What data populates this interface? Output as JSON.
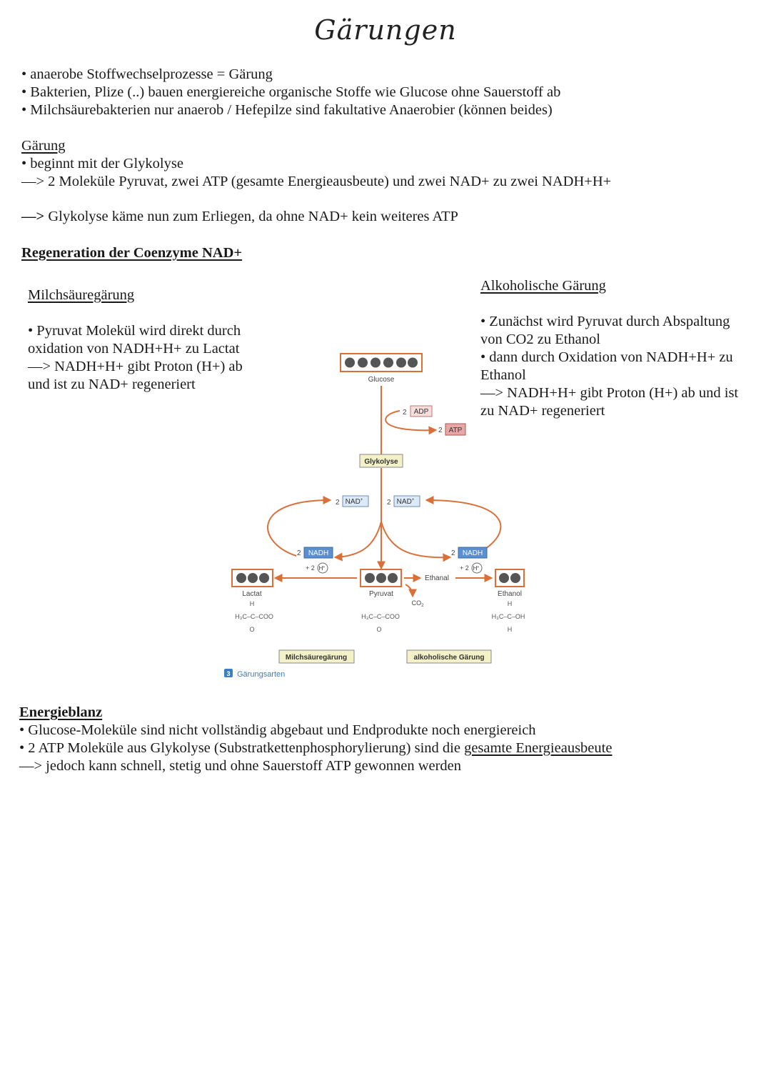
{
  "title": "Gärungen",
  "intro": [
    "• anaerobe Stoffwechselprozesse = Gärung",
    "• Bakterien, Plize (..) bauen energiereiche organische Stoffe wie Glucose ohne Sauerstoff ab",
    "• Milchsäurebakterien nur anaerob / Hefepilze sind fakultative Anaerobier (können beides)"
  ],
  "garung": {
    "heading": "Gärung",
    "line1": "• beginnt mit der Glykolyse",
    "line2": "—> 2 Moleküle Pyruvat, zwei ATP (gesamte Energieausbeute) und zwei NAD+ zu zwei NADH+H+",
    "line3_arrow": "—>",
    "line3_text": " Glykolyse käme nun zum Erliegen, da ohne NAD+ kein weiteres ATP"
  },
  "regeneration": {
    "heading": "Regeneration der Coenzyme NAD+",
    "milch": {
      "heading": "Milchsäuregärung",
      "lines": [
        "• Pyruvat Molekül wird direkt durch",
        "oxidation von NADH+H+ zu Lactat",
        "—> NADH+H+ gibt Proton (H+) ab",
        "und ist zu NAD+ regeneriert"
      ]
    },
    "alko": {
      "heading": "Alkoholische Gärung",
      "lines": [
        "• Zunächst wird Pyruvat durch Abspaltung",
        "von CO2 zu Ethanol",
        "• dann durch Oxidation von NADH+H+ zu",
        "Ethanol",
        "—> NADH+H+ gibt Proton (H+) ab und ist",
        "zu NAD+ regeneriert"
      ]
    }
  },
  "diagram": {
    "glucose": "Glucose",
    "adp_num": "2",
    "adp": "ADP",
    "atp_num": "2",
    "atp": "ATP",
    "glykolyse": "Glykolyse",
    "nad_left_num": "2",
    "nad_right_num": "2",
    "nad": "NAD",
    "nad_sup": "+",
    "nadh_left_num": "2",
    "nadh_right_num": "2",
    "nadh": "NADH",
    "h_left": "+ 2",
    "h_right": "+ 2",
    "h": "H",
    "h_sup": "+",
    "lactat": "Lactat",
    "pyruvat": "Pyruvat",
    "ethanal": "Ethanal",
    "ethanol": "Ethanol",
    "co2": "CO",
    "co2_sub": "2",
    "lactat_formula": {
      "top": "H",
      "mid": "H₃C–C–COO",
      "bot": "O"
    },
    "pyruvat_formula": {
      "mid": "H₃C–C–COO",
      "bot": "O"
    },
    "ethanol_formula": {
      "top": "H",
      "mid": "H₃C–C–OH",
      "bot": "H"
    },
    "label_milch": "Milchsäuregärung",
    "label_alko": "alkoholische Gärung",
    "caption_num": "3",
    "caption": "Gärungsarten"
  },
  "energie": {
    "heading": "Energieblanz",
    "line1": "• Glucose-Moleküle sind nicht vollständig abgebaut und Endprodukte noch energiereich",
    "line2_pre": "• 2 ATP Moleküle aus Glykolyse (Substratkettenphosphorylierung) sind die ",
    "line2_u": "gesamte Energieausbeute",
    "line3": "—> jedoch kann schnell, stetig und ohne Sauerstoff ATP gewonnen werden"
  },
  "colors": {
    "arrow": "#d9703a",
    "box_border": "#d9703a",
    "atp_fill": "#e9a6a6",
    "nad_fill": "#b9d3ee",
    "nadh_fill": "#5b8fd0",
    "label_fill": "#f3f1c8",
    "caption_blue": "#3a7fc0"
  }
}
